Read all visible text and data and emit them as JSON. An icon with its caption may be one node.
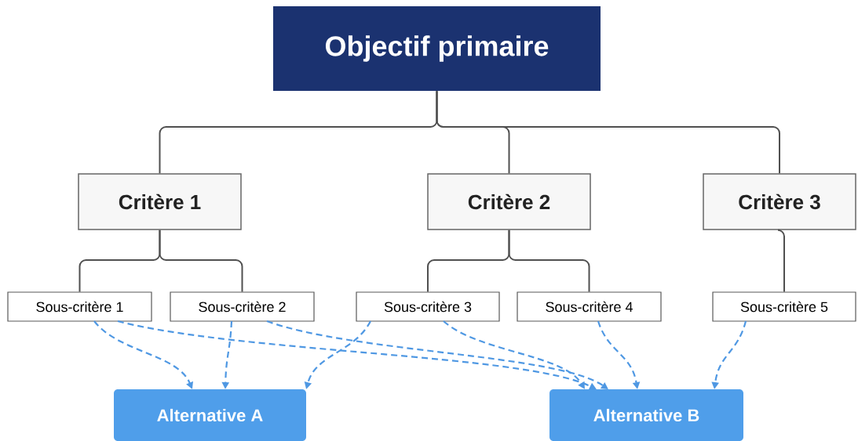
{
  "diagram": {
    "nodes": [
      {
        "text": [
          "Objectif primaire"
        ]
      },
      {
        "text": [
          "Critère 1"
        ]
      },
      {
        "text": [
          "Critère 2"
        ]
      },
      {
        "text": [
          "Critère 3"
        ]
      },
      {
        "text": [
          "Sous-critère 1"
        ]
      },
      {
        "text": [
          "Sous-critère 2"
        ]
      },
      {
        "text": [
          "Sous-critère 3"
        ]
      },
      {
        "text": [
          "Sous-critère 4"
        ]
      },
      {
        "text": [
          "Sous-critère 5"
        ]
      },
      {
        "text": [
          "Alternative A"
        ]
      },
      {
        "text": [
          "Alternative B"
        ]
      }
    ],
    "edges": [
      {
        "from": 0,
        "to": 1,
        "arrow": "none"
      },
      {
        "from": 0,
        "to": 2,
        "arrow": "none"
      },
      {
        "from": 0,
        "to": 3,
        "arrow": "none"
      },
      {
        "from": 1,
        "to": 4,
        "arrow": "none"
      },
      {
        "from": 1,
        "to": 5,
        "arrow": "none"
      },
      {
        "from": 2,
        "to": 6,
        "arrow": "none"
      },
      {
        "from": 2,
        "to": 7,
        "arrow": "none"
      },
      {
        "from": 3,
        "to": 8,
        "arrow": "none"
      },
      {
        "from": 4,
        "to": 9,
        "arrow": "to",
        "style": "dashed",
        "color": "#4f98e3"
      },
      {
        "from": 4,
        "to": 10,
        "arrow": "to",
        "style": "dashed",
        "color": "#4f98e3"
      },
      {
        "from": 5,
        "to": 9,
        "arrow": "to",
        "style": "dashed",
        "color": "#4f98e3"
      },
      {
        "from": 5,
        "to": 10,
        "arrow": "to",
        "style": "dashed",
        "color": "#4f98e3"
      },
      {
        "from": 6,
        "to": 9,
        "arrow": "to",
        "style": "dashed",
        "color": "#4f98e3"
      },
      {
        "from": 6,
        "to": 10,
        "arrow": "to",
        "style": "dashed",
        "color": "#4f98e3"
      },
      {
        "from": 7,
        "to": 10,
        "arrow": "to",
        "style": "dashed",
        "color": "#4f98e3"
      },
      {
        "from": 8,
        "to": 10,
        "arrow": "to",
        "style": "dashed",
        "color": "#4f98e3"
      }
    ]
  }
}
